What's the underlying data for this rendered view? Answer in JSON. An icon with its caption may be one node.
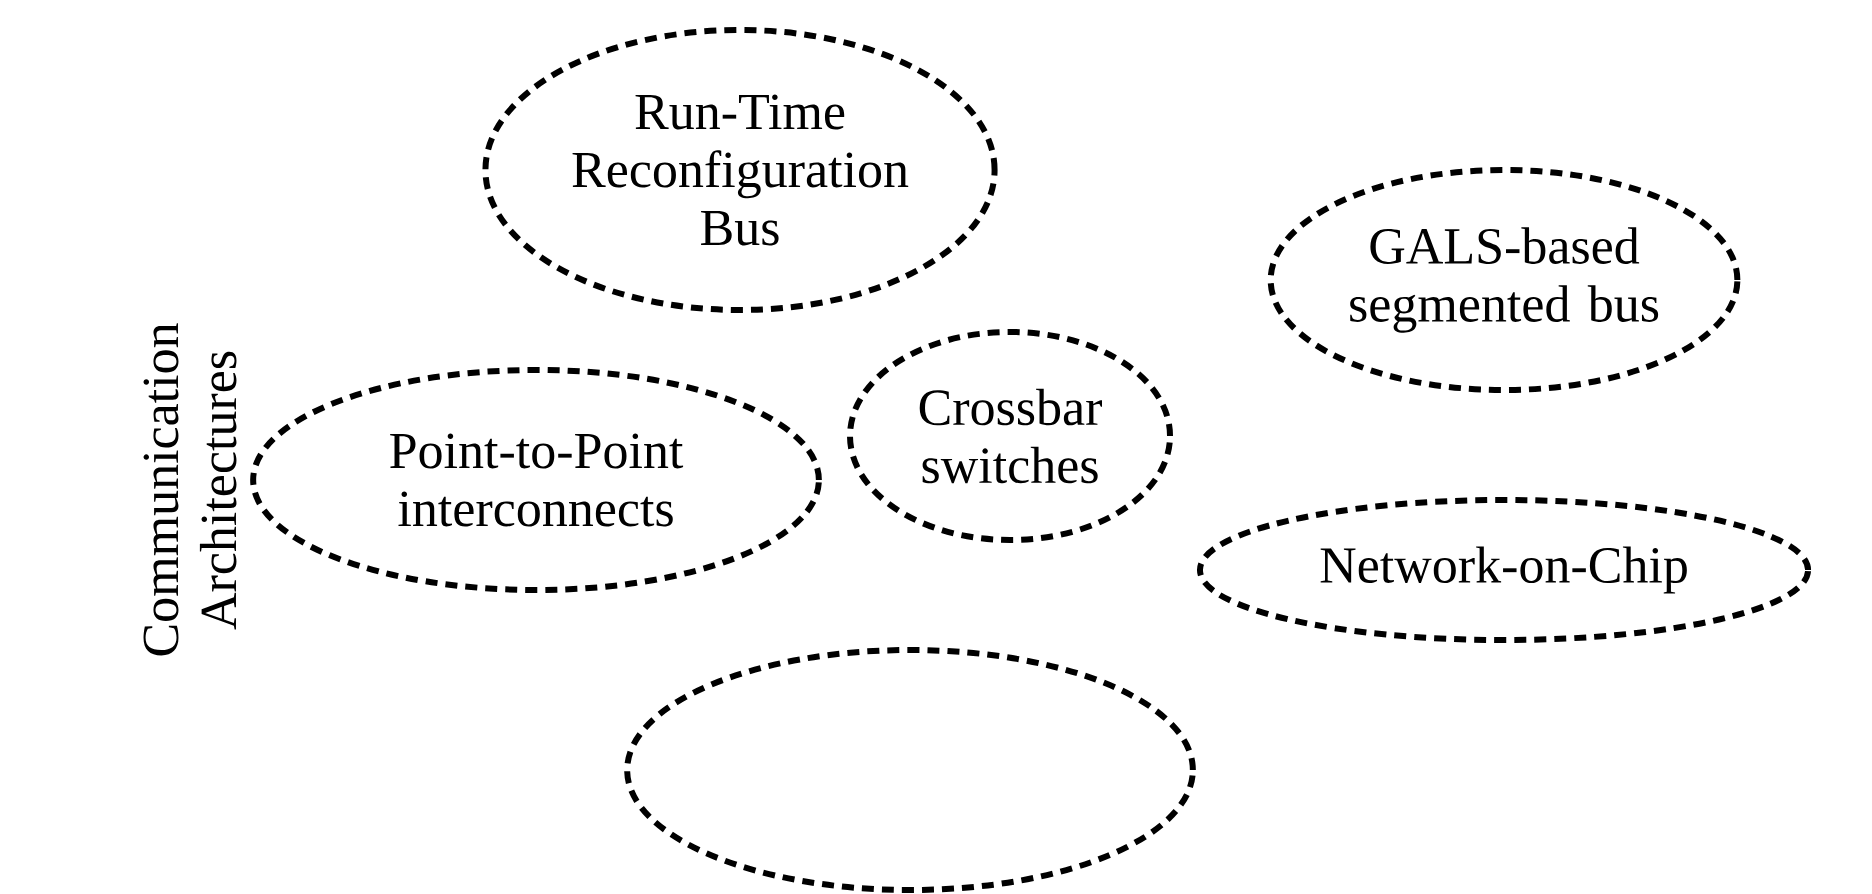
{
  "diagram": {
    "nodes": [
      {
        "text": [
          "Run-Time Reconfiguration Bus"
        ]
      },
      {
        "text": [
          "GALS-based segmented bus"
        ]
      },
      {
        "text": [
          "Point-to-Point interconnects"
        ]
      },
      {
        "text": [
          "Crossbar switches"
        ]
      },
      {
        "text": [
          "Network-on-Chip"
        ]
      },
      {
        "text": [],
        "shape": "ellipse"
      }
    ],
    "labels": [
      "Communication Architectures"
    ]
  }
}
